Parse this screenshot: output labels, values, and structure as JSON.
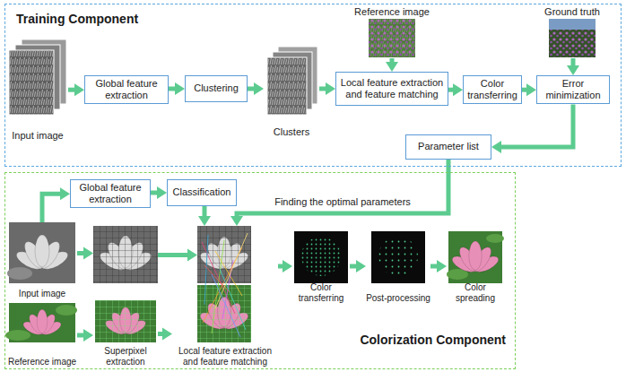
{
  "diagram": {
    "nodes": [
      {
        "text": [
          "Training Component"
        ]
      },
      {
        "text": [
          "Input image"
        ],
        "in": 0
      },
      {
        "text": [
          "Global feature extraction"
        ],
        "in": 0
      },
      {
        "text": [
          "Clustering"
        ],
        "in": 0
      },
      {
        "text": [
          "Clusters"
        ],
        "in": 0
      },
      {
        "text": [
          "Reference image"
        ],
        "in": 0
      },
      {
        "text": [
          "Local feature extraction and feature matching"
        ],
        "in": 0
      },
      {
        "text": [
          "Color transferring"
        ],
        "in": 0
      },
      {
        "text": [
          "Ground truth"
        ],
        "in": 0
      },
      {
        "text": [
          "Error minimization"
        ],
        "in": 0
      },
      {
        "text": [
          "Parameter list"
        ],
        "in": 0
      },
      {
        "text": [
          "Colorization Component"
        ]
      },
      {
        "text": [
          "Global feature extraction"
        ],
        "in": 11
      },
      {
        "text": [
          "Classification"
        ],
        "in": 11
      },
      {
        "text": [
          "Input image"
        ],
        "in": 11
      },
      {
        "text": [
          "Reference image"
        ],
        "in": 11
      },
      {
        "text": [
          "Superpixel extraction"
        ],
        "in": 11
      },
      {
        "text": [
          "Local feature extraction and feature matching"
        ],
        "in": 11
      },
      {
        "text": [
          "Color transferring"
        ],
        "in": 11
      },
      {
        "text": [
          "Post-processing"
        ],
        "in": 11
      },
      {
        "text": [
          "Color spreading"
        ],
        "in": 11
      }
    ],
    "edges": [
      {
        "from": 1,
        "to": 2,
        "arrow": "to"
      },
      {
        "from": 2,
        "to": 3,
        "arrow": "to"
      },
      {
        "from": 3,
        "to": 4,
        "arrow": "to"
      },
      {
        "from": 4,
        "to": 6,
        "arrow": "to"
      },
      {
        "from": 5,
        "to": 6,
        "arrow": "to"
      },
      {
        "from": 6,
        "to": 7,
        "arrow": "to"
      },
      {
        "from": 7,
        "to": 9,
        "arrow": "to"
      },
      {
        "from": 8,
        "to": 9,
        "arrow": "to"
      },
      {
        "from": 9,
        "to": 10,
        "arrow": "to"
      },
      {
        "from": 10,
        "to": 17,
        "arrow": "to",
        "label": "Finding the optimal parameters"
      },
      {
        "from": 14,
        "to": 12,
        "arrow": "to"
      },
      {
        "from": 12,
        "to": 13,
        "arrow": "to"
      },
      {
        "from": 13,
        "to": 17,
        "arrow": "to"
      },
      {
        "from": 15,
        "to": 16,
        "arrow": "to"
      },
      {
        "from": 16,
        "to": 17,
        "arrow": "to"
      },
      {
        "from": 17,
        "to": 18,
        "arrow": "to"
      },
      {
        "from": 18,
        "to": 19,
        "arrow": "to"
      },
      {
        "from": 19,
        "to": 20,
        "arrow": "to"
      }
    ]
  }
}
